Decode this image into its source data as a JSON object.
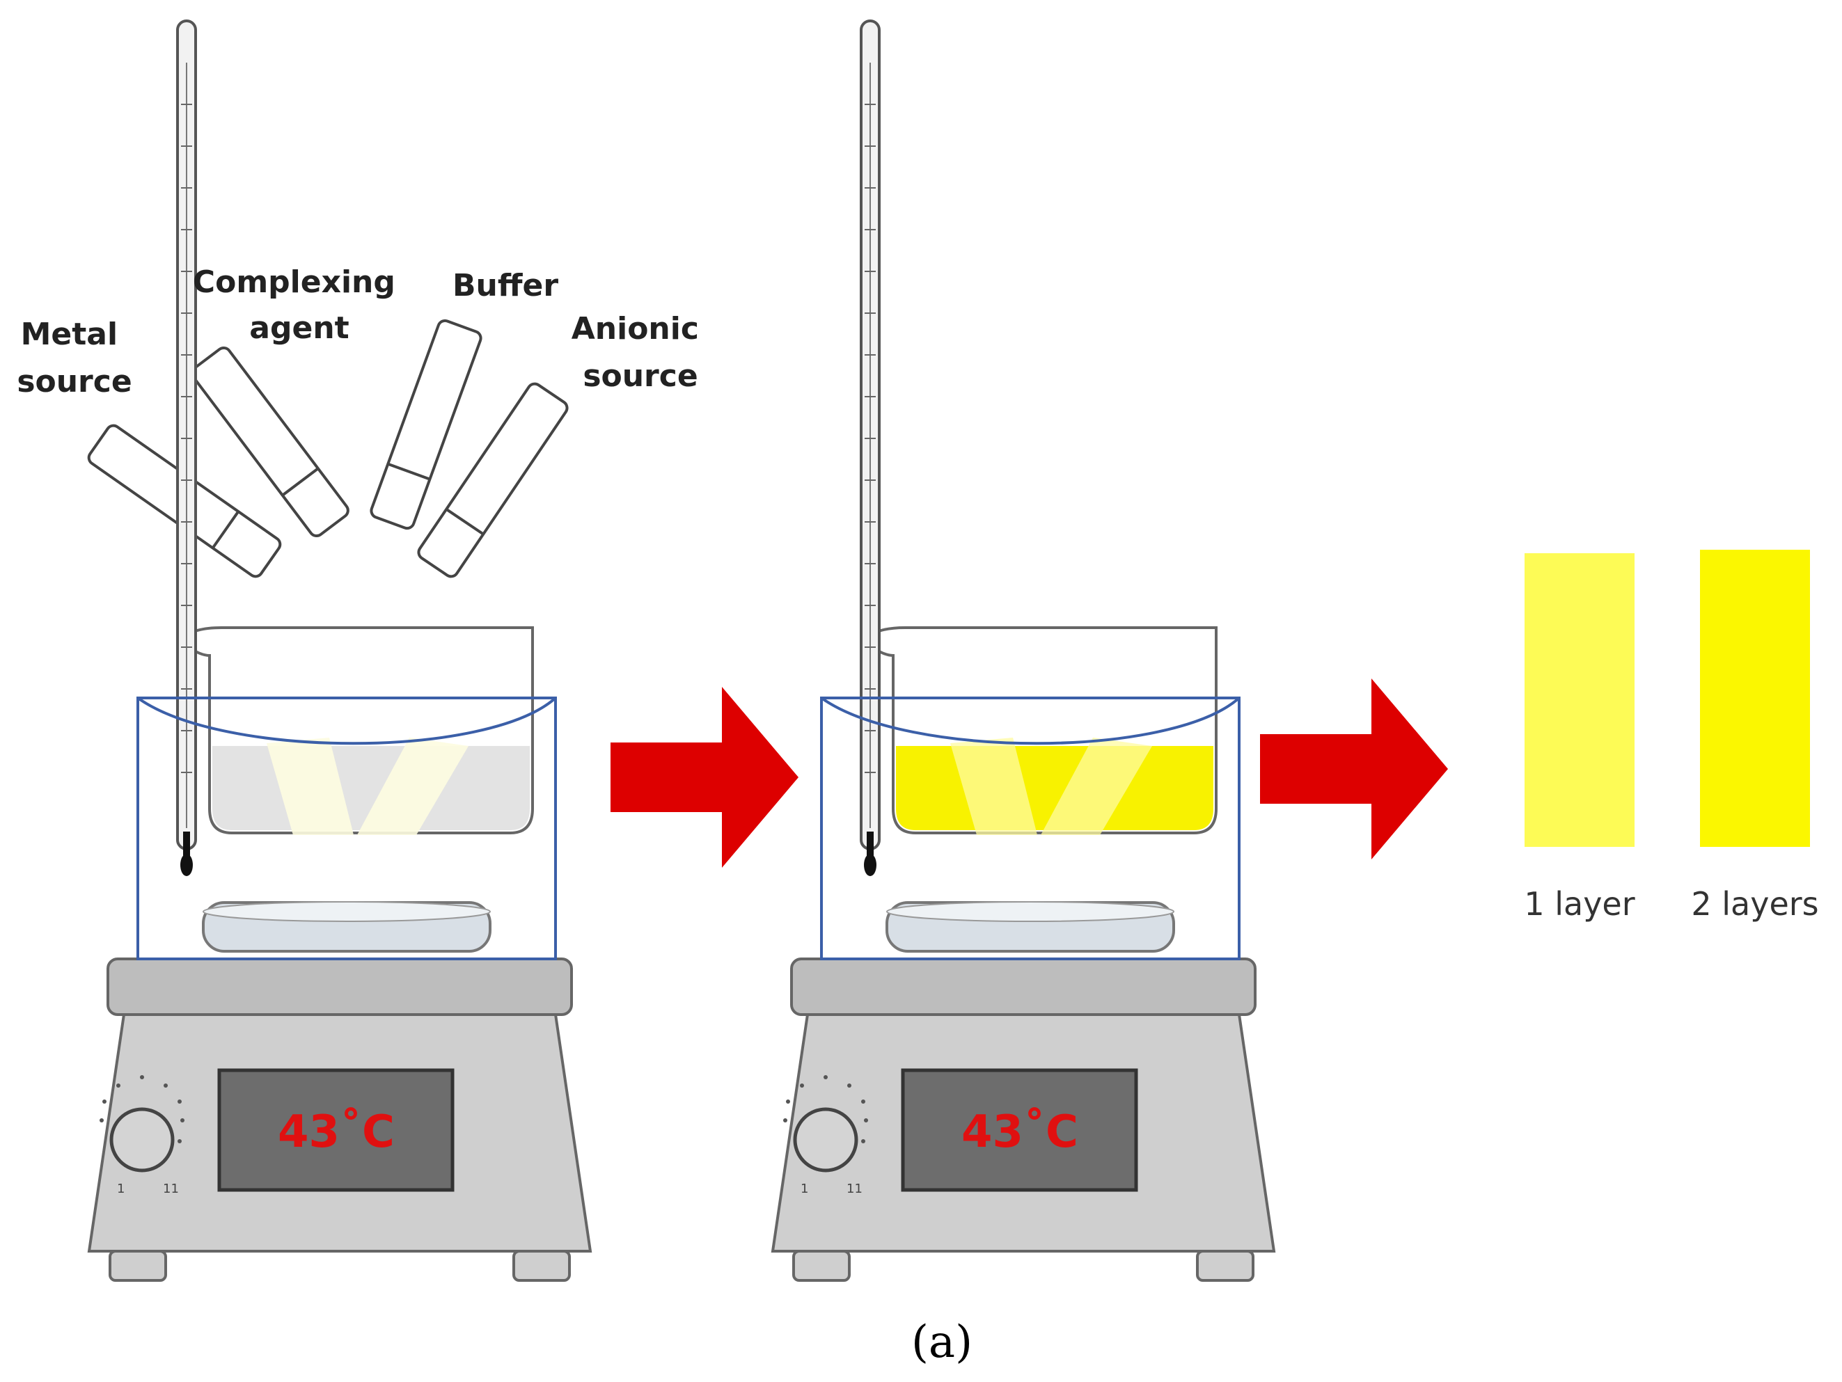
{
  "reagents": {
    "metal": "Metal\nsource",
    "complexing": "Complexing\nagent",
    "buffer": "Buffer",
    "anionic": "Anionic\nsource"
  },
  "hotplate": {
    "temperature": "43˚C",
    "dial_min": "1",
    "dial_max": "11"
  },
  "samples": {
    "one_layer": "1 layer",
    "two_layers": "2 layers"
  },
  "caption": "(a)",
  "colors": {
    "solution_before": "#e3e3e3",
    "solution_after": "#f8f200",
    "one_layer": "#fdfb56",
    "two_layers": "#fbf700",
    "arrow": "#dd0000",
    "display_text": "#e01010",
    "water_bath": "#3b5fa8"
  }
}
